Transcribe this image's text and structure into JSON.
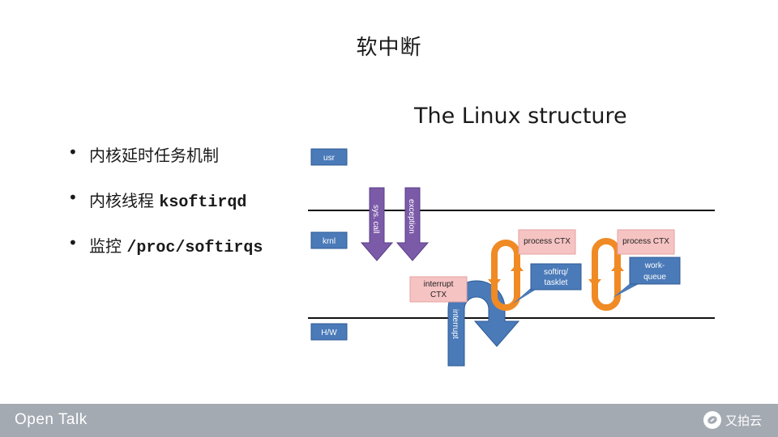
{
  "slide": {
    "title": "软中断"
  },
  "bullets": [
    {
      "text": "内核延时任务机制",
      "code": ""
    },
    {
      "text": "内核线程 ",
      "code": "ksoftirqd"
    },
    {
      "text": "监控 ",
      "code": "/proc/softirqs"
    }
  ],
  "diagram": {
    "title": "The Linux structure",
    "layers": {
      "usr": "usr",
      "krnl": "krnl",
      "hw": "H/W"
    },
    "arrows": {
      "syscall": "sys. call",
      "exception": "exception",
      "interrupt": "interrupt"
    },
    "contexts": {
      "interrupt_ctx": [
        "interrupt",
        "CTX"
      ],
      "process_ctx_1": "process CTX",
      "process_ctx_2": "process CTX"
    },
    "boxes": {
      "softirq": [
        "softirq/",
        "tasklet"
      ],
      "workqueue": [
        "work-",
        "queue"
      ]
    },
    "colors": {
      "layer_box": "#4a7ab8",
      "purple": "#7b5aa8",
      "orange": "#f08a24",
      "pink": "#f6c3c3"
    }
  },
  "footer": {
    "brand": "Open Talk",
    "logo_text": "又拍云"
  }
}
